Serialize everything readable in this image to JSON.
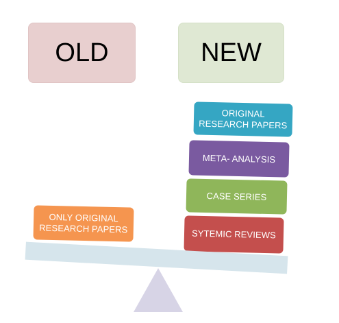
{
  "old_label": "OLD",
  "new_label": "NEW",
  "old_side": {
    "blocks": [
      "ONLY ORIGINAL\nRESEARCH PAPERS"
    ]
  },
  "new_side": {
    "blocks": [
      "ORIGINAL\nRESEARCH PAPERS",
      "META- ANALYSIS",
      "CASE SERIES",
      "SYTEMIC REVIEWS"
    ]
  },
  "colors": {
    "old_box": "#e8cfcf",
    "new_box": "#dfe8d3",
    "original_research": "#35a6c3",
    "meta_analysis": "#7a5aa0",
    "case_series": "#8fb65a",
    "sytemic_reviews": "#c44f4d",
    "only_original": "#f5954f",
    "beam": "#d6e5ec",
    "fulcrum": "#d7d4e6"
  }
}
